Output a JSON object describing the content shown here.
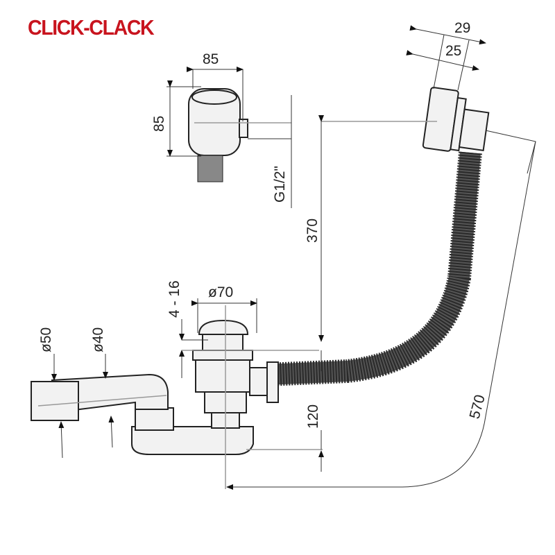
{
  "title": "CLICK-CLACK",
  "dimensions": {
    "overflow_width": "85",
    "overflow_height": "85",
    "thread": "G1/2\"",
    "outer_depth": "29",
    "inner_depth": "25",
    "height": "370",
    "plug_range": "4 - 16",
    "plug_diameter": "ø70",
    "outlet_outer": "ø50",
    "outlet_inner": "ø40",
    "trap_height": "120",
    "hose_length": "570"
  },
  "colors": {
    "title": "#c8141e"
  }
}
